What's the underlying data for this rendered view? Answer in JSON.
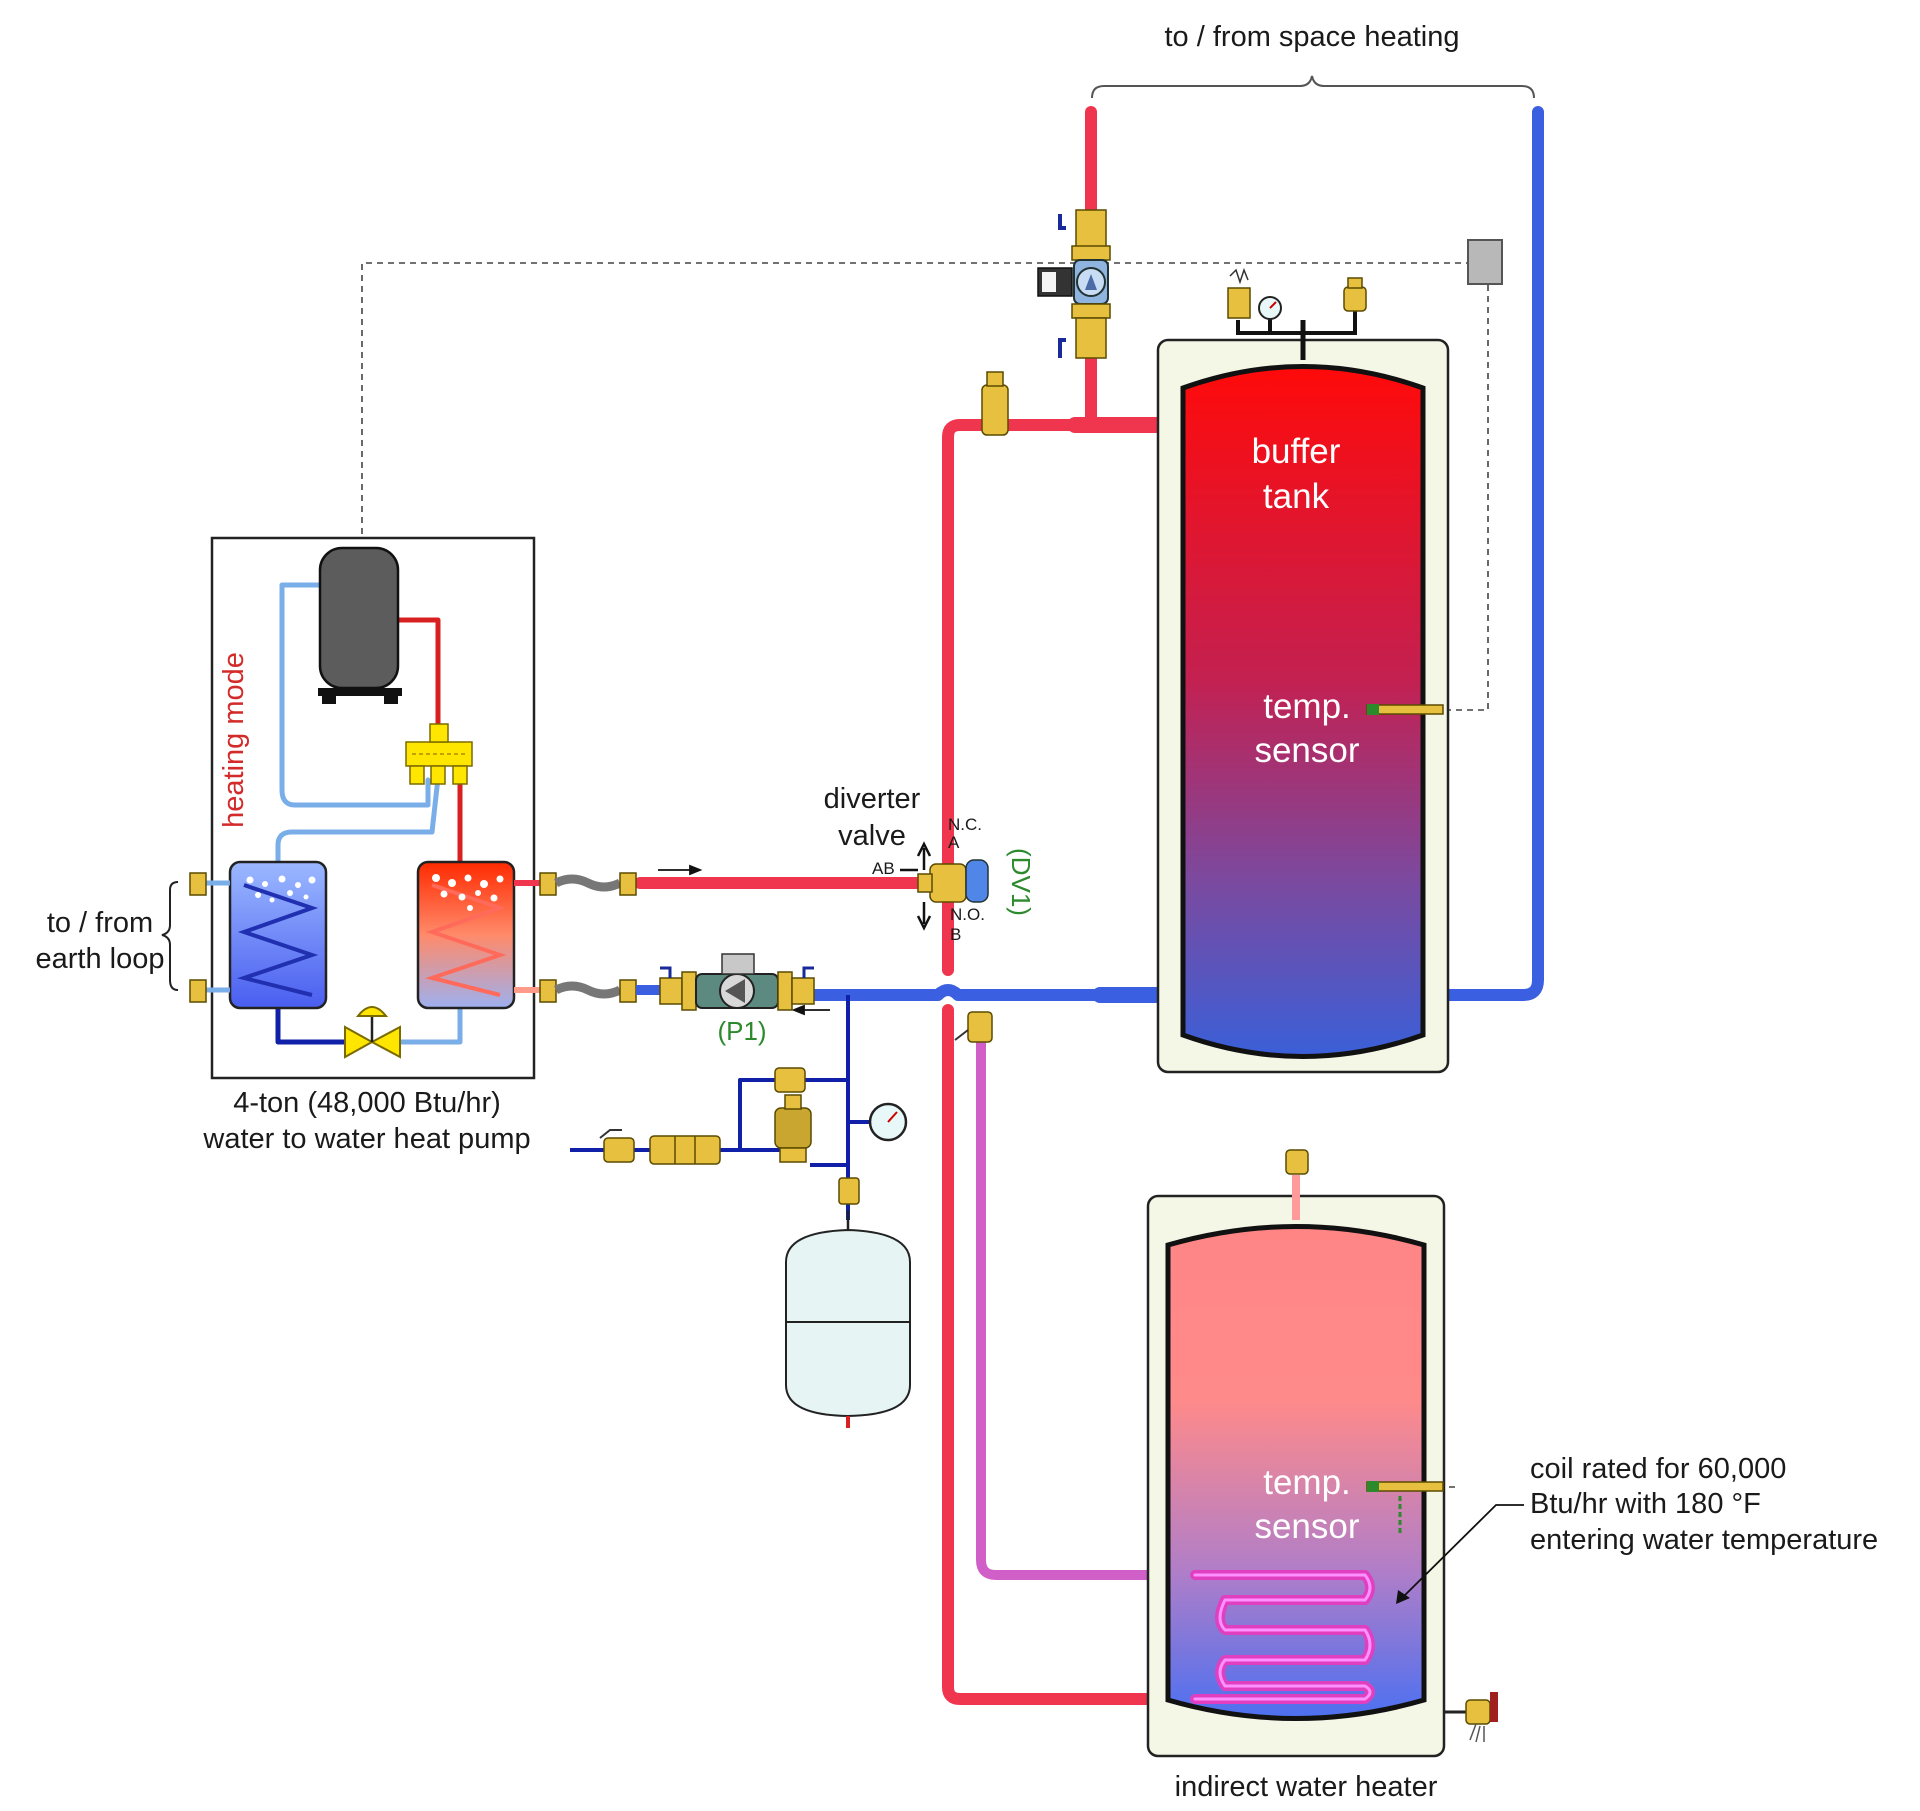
{
  "labels": {
    "space_heating": "to / from space heating",
    "buffer_line1": "buffer",
    "buffer_line2": "tank",
    "temp1_line1": "temp.",
    "temp1_line2": "sensor",
    "heating_mode": "heating mode",
    "diverter_line1": "diverter",
    "diverter_line2": "valve",
    "nc": "N.C.",
    "a": "A",
    "ab": "AB",
    "no": "N.O.",
    "b": "B",
    "dv1": "(DV1)",
    "earth_line1": "to / from",
    "earth_line2": "earth loop",
    "p1": "(P1)",
    "hp_line1": "4-ton (48,000 Btu/hr)",
    "hp_line2": "water to water heat pump",
    "temp2_line1": "temp.",
    "temp2_line2": "sensor",
    "coil_line1": "coil rated for 60,000",
    "coil_line2": "Btu/hr with 180 °F",
    "coil_line3": "entering water temperature",
    "indirect": "indirect water heater"
  },
  "colors": {
    "hot_pipe": "#f0364e",
    "cold_pipe": "#3a5fe0",
    "dark_blue_pipe": "#1020a8",
    "light_blue_pipe": "#7aaee8",
    "magenta_pipe": "#d060c8",
    "brass": "#e8c040",
    "tank_jacket": "#f4f6e6",
    "label_green": "#2c8a2c",
    "label_red": "#d32a2a"
  }
}
